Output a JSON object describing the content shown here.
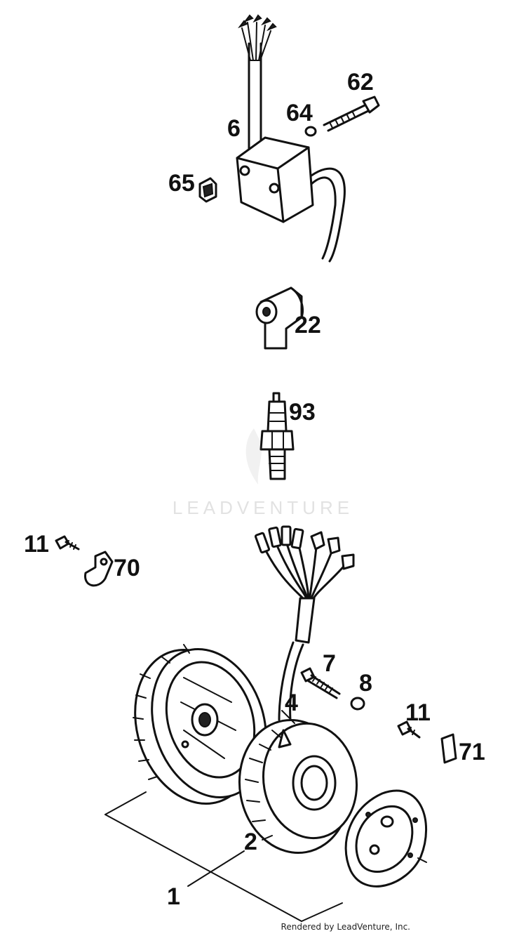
{
  "diagram": {
    "callouts": {
      "c62": "62",
      "c64": "64",
      "c6": "6",
      "c65": "65",
      "c22": "22",
      "c93": "93",
      "c11a": "11",
      "c70": "70",
      "c7": "7",
      "c8": "8",
      "c4": "4",
      "c11b": "11",
      "c71": "71",
      "c2": "2",
      "c1": "1"
    },
    "parts": [
      "ignition-coil",
      "coil-bolt",
      "coil-washer",
      "cable-clip",
      "spark-plug-cap",
      "spark-plug",
      "flywheel-rotor",
      "stator",
      "stator-plate",
      "wiring-harness",
      "cable-clamp"
    ]
  },
  "watermark": "LEADVENTURE",
  "footer": "Rendered by LeadVenture, Inc."
}
